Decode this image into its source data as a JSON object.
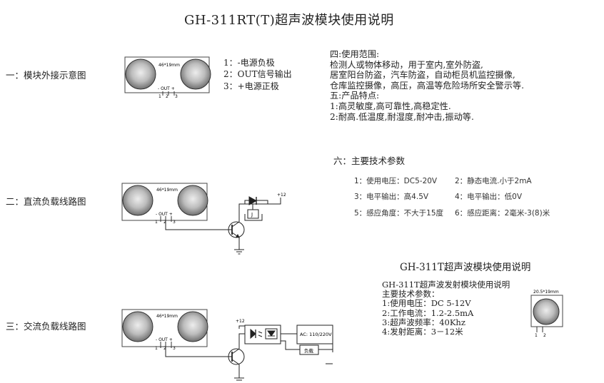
{
  "title": "GH-311RT(T)超声波模块使用说明",
  "sections": {
    "s1": "一：模块外接示意图",
    "s2": "二：直流负载线路图",
    "s3": "三：交流负载线路图"
  },
  "module": {
    "size_label": "46*19mm",
    "out_label": "- OUT +",
    "pins": [
      "1",
      "2",
      "3"
    ]
  },
  "pin_desc": [
    "1：-电源负极",
    "2：OUT信号输出",
    "3：+电源正极"
  ],
  "usage": {
    "lines": [
      "四:使用范围:",
      " 检测人或物体移动，用于室内,室外防盗,",
      "居室阳台防盗，汽车防盗，自动柜员机监控摄像,",
      "仓库监控摄像，高压，高温等危险场所安全警示等.",
      "五:产品特点:",
      " 1:高灵敏度,高可靠性,高稳定性.",
      " 2:耐高.低温度,耐湿度,耐冲击,振动等."
    ]
  },
  "specs": {
    "heading": "六：主要技术参数",
    "items": [
      "1：使用电压：DC5-20V",
      "2：静态电流.小于2mA",
      "3：电平输出：高4.5V",
      "4：电平输出：低0V",
      "5：感应角度：不大于15度",
      "6：感应距离：2毫米-3(8)米"
    ]
  },
  "dc_circuit": {
    "v_label": "+12",
    "relay_label": "J"
  },
  "ac_circuit": {
    "v_label": "+12",
    "ac_label": "AC: 110/220V",
    "load_label": "负载"
  },
  "t_module": {
    "title": "GH-311T超声波模块使用说明",
    "lines": [
      "GH-311T超声波发射模块使用说明",
      "主要技术参数：",
      "1:使用电压：DC 5-12V",
      "2:工作电流：1.2-2.5mA",
      "3:超声波频率：40Khz",
      "4:发射距离：3－12米"
    ],
    "size_label": "20.5*19mm",
    "pins": [
      "1",
      "2"
    ]
  }
}
